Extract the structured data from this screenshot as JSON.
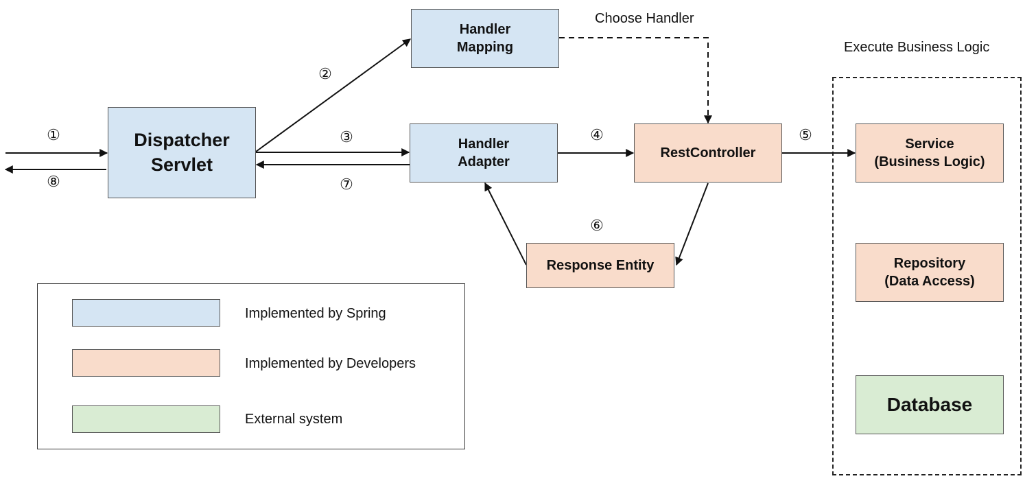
{
  "nodes": {
    "dispatcher_servlet": "Dispatcher\nServlet",
    "handler_mapping": "Handler\nMapping",
    "handler_adapter": "Handler\nAdapter",
    "rest_controller": "RestController",
    "response_entity": "Response Entity",
    "service": "Service\n(Business Logic)",
    "repository": "Repository\n(Data Access)",
    "database": "Database"
  },
  "annotations": {
    "choose_handler": "Choose Handler",
    "execute_business_logic": "Execute Business Logic"
  },
  "steps": {
    "s1": "①",
    "s2": "②",
    "s3": "③",
    "s4": "④",
    "s5": "⑤",
    "s6": "⑥",
    "s7": "⑦",
    "s8": "⑧"
  },
  "legend": {
    "spring": "Implemented by Spring",
    "developers": "Implemented by Developers",
    "external": "External system"
  },
  "colors": {
    "spring": "#d5e5f3",
    "developers": "#f9dccb",
    "external": "#d9ecd3"
  }
}
